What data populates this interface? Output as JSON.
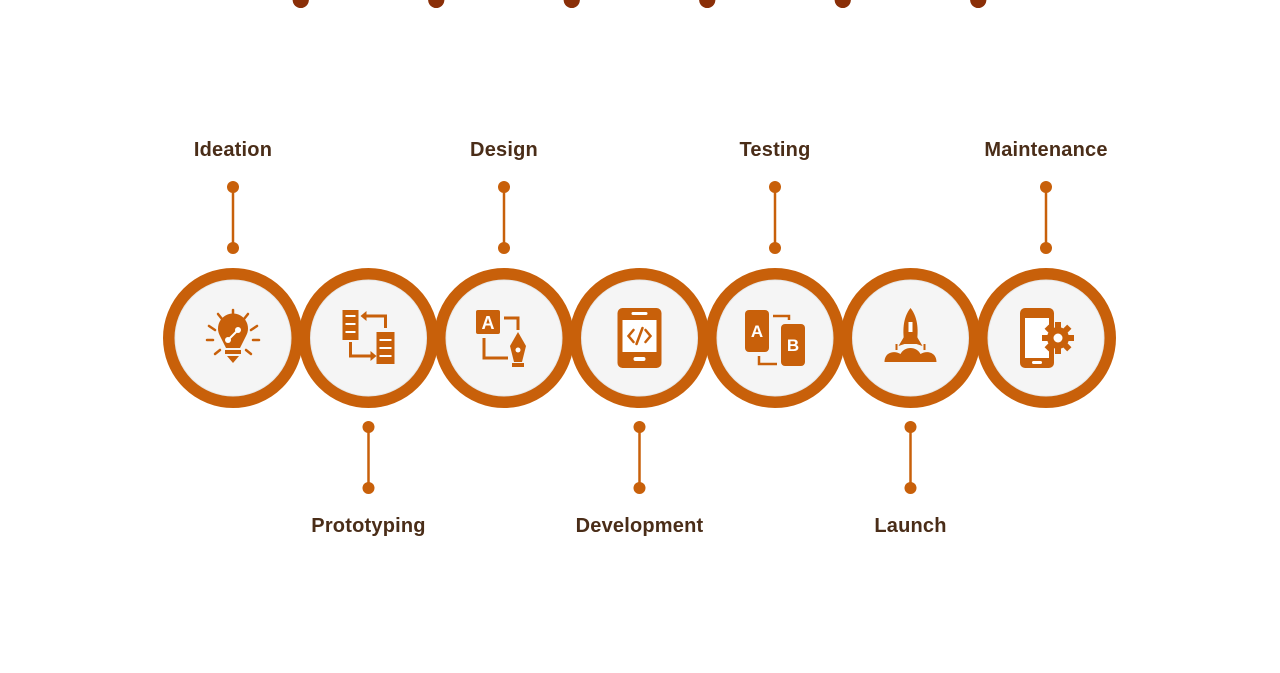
{
  "colors": {
    "accent": "#c8600a",
    "joint": "#8a2f08",
    "disc": "#f5f5f5",
    "text": "#4a2d18"
  },
  "steps": [
    {
      "label": "Ideation",
      "icon": "lightbulb-icon",
      "position": "top"
    },
    {
      "label": "Prototyping",
      "icon": "flow-arrows-icon",
      "position": "bottom"
    },
    {
      "label": "Design",
      "icon": "letter-pen-icon",
      "position": "top"
    },
    {
      "label": "Development",
      "icon": "mobile-code-icon",
      "position": "bottom"
    },
    {
      "label": "Testing",
      "icon": "ab-test-icon",
      "position": "top"
    },
    {
      "label": "Launch",
      "icon": "rocket-icon",
      "position": "bottom"
    },
    {
      "label": "Maintenance",
      "icon": "mobile-gear-icon",
      "position": "top"
    }
  ]
}
